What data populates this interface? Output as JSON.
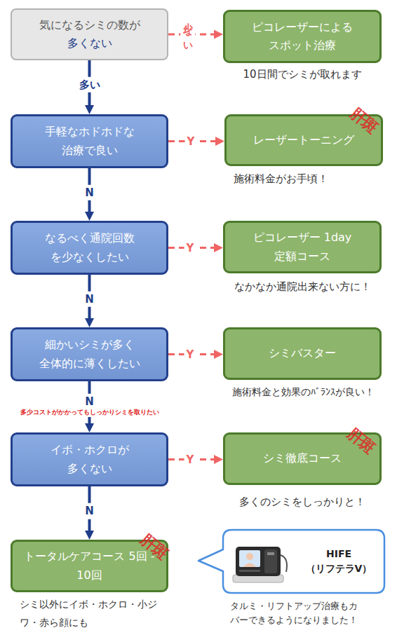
{
  "diagram": {
    "nodes": [
      {
        "text": [
          "気になるシミの数が 多くない"
        ]
      },
      {
        "text": [
          "ピコレーザーによる スポット治療"
        ]
      },
      {
        "text": [
          "手軽なホドホドな 治療で良い"
        ]
      },
      {
        "text": [
          "レーザートーニング"
        ]
      },
      {
        "text": [
          "なるべく通院回数 を少なくしたい"
        ]
      },
      {
        "text": [
          "ピコレーザー 1day 定額コース"
        ]
      },
      {
        "text": [
          "細かいシミが多く 全体的に薄くしたい"
        ]
      },
      {
        "text": [
          "シミバスター"
        ]
      },
      {
        "text": [
          "イボ・ホクロが 多くない"
        ]
      },
      {
        "text": [
          "シミ徹底コース"
        ]
      },
      {
        "text": [
          "トータルケアコース 5回 - 10回"
        ]
      },
      {
        "text": [
          "HIFE （リフテラV）"
        ]
      }
    ],
    "edges": [
      {
        "from": 0,
        "to": 1,
        "label": "少ない",
        "arrow": "to"
      },
      {
        "from": 0,
        "to": 2,
        "label": "多い",
        "arrow": "to"
      },
      {
        "from": 2,
        "to": 3,
        "label": "Y",
        "arrow": "to"
      },
      {
        "from": 2,
        "to": 4,
        "label": "N",
        "arrow": "to"
      },
      {
        "from": 4,
        "to": 5,
        "label": "Y",
        "arrow": "to"
      },
      {
        "from": 4,
        "to": 6,
        "label": "N",
        "arrow": "to"
      },
      {
        "from": 6,
        "to": 7,
        "label": "Y",
        "arrow": "to"
      },
      {
        "from": 6,
        "to": 8,
        "label": "N",
        "arrow": "to"
      },
      {
        "from": 8,
        "to": 9,
        "label": "Y",
        "arrow": "to"
      },
      {
        "from": 8,
        "to": 10,
        "label": "N",
        "arrow": "to"
      }
    ],
    "labels": [
      "10日間でシミが取れます",
      "施術料金がお手頃！",
      "なかなか通院出来ない方に！",
      "施術料金と効果のﾊﾞﾗﾝｽが良い！",
      "多くのシミをしっかりと！",
      "シミ以外にイボ・ホクロ・小ジワ・赤ら顔にも",
      "タルミ・リフトアップ治療もカバーできるようになりました！",
      "多少コストがかかってもしっかりシミを取りたい",
      "肝斑",
      "肝斑",
      "肝斑"
    ]
  }
}
